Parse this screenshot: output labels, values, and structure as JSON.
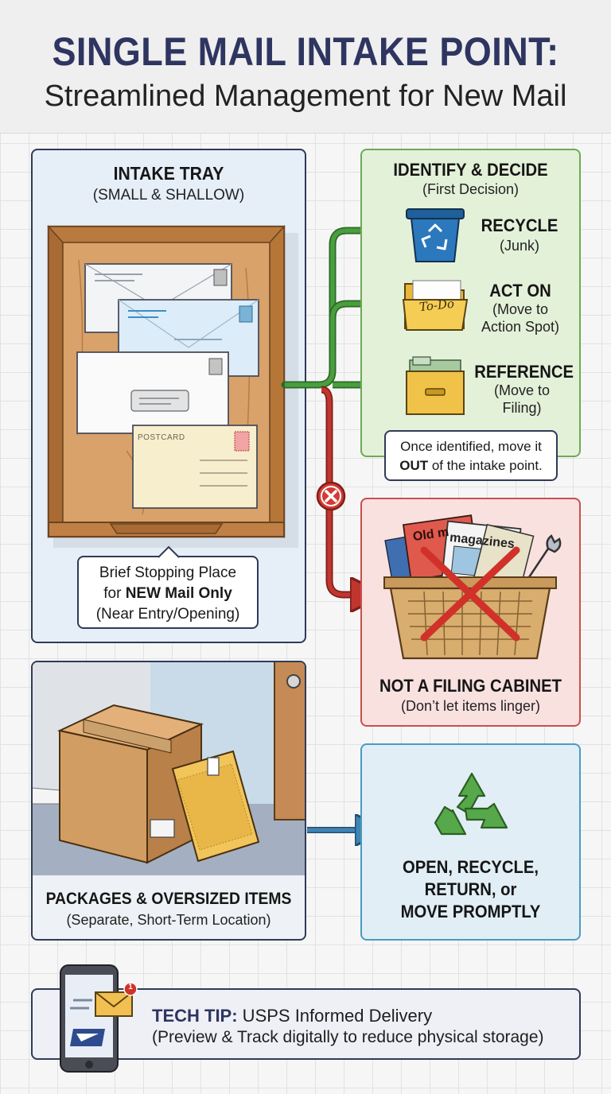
{
  "header": {
    "title": "SINGLE MAIL INTAKE POINT:",
    "subtitle": "Streamlined Management for New Mail"
  },
  "intake": {
    "title": "INTAKE TRAY",
    "subtitle": "(SMALL & SHALLOW)",
    "postcard_label": "POSTCARD",
    "callout": {
      "line1": "Brief Stopping Place",
      "line2_prefix": "for ",
      "line2_bold": "NEW Mail Only",
      "line3": "(Near Entry/Opening)"
    }
  },
  "decide": {
    "title": "IDENTIFY & DECIDE",
    "subtitle": "(First Decision)",
    "options": [
      {
        "label": "RECYCLE",
        "detail": "(Junk)",
        "icon": "recycle-bin-icon"
      },
      {
        "label": "ACT ON",
        "detail_line1": "(Move to",
        "detail_line2": "Action Spot)",
        "folder_text": "To-Do",
        "icon": "todo-folder-icon"
      },
      {
        "label": "REFERENCE",
        "detail_line1": "(Move to",
        "detail_line2": "Filing)",
        "icon": "filing-drawer-icon"
      }
    ],
    "note": {
      "line1": "Once identified, move it",
      "line2_bold": "OUT",
      "line2_rest": " of the intake point."
    }
  },
  "not_filing": {
    "title": "NOT A FILING CABINET",
    "subtitle": "(Don’t let items linger)",
    "magazine_text": "magazines",
    "magazine_text2": "Old m",
    "icon": "cluttered-basket-icon"
  },
  "packages": {
    "title": "PACKAGES & OVERSIZED ITEMS",
    "subtitle": "(Separate, Short-Term Location)"
  },
  "open": {
    "line1": "OPEN, RECYCLE,",
    "line2": "RETURN, or",
    "line3": "MOVE PROMPTLY",
    "icon": "recycle-arrows-icon"
  },
  "tech": {
    "label": "TECH TIP:",
    "text": " USPS Informed Delivery",
    "line2": "(Preview & Track digitally to reduce physical storage)",
    "badge": "1"
  },
  "colors": {
    "title_navy": "#2e3560",
    "green_arrow": "#4a9e3f",
    "red_arrow": "#c0362e",
    "blue_arrow": "#3f84b4"
  }
}
